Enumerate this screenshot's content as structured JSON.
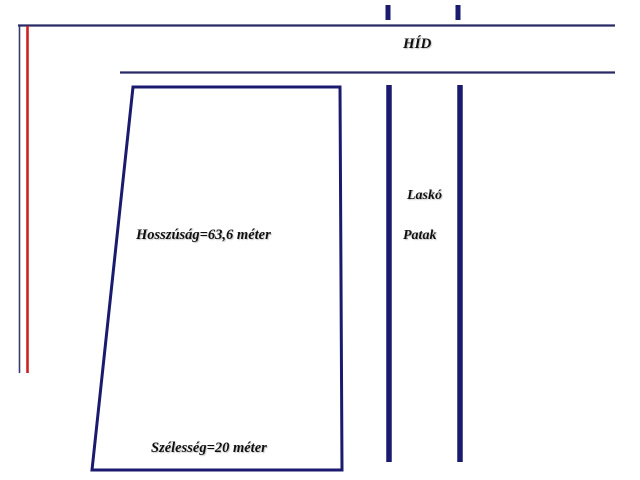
{
  "diagram": {
    "title": "Telek es Lasko Patak vazlatrajz",
    "background_color": "#ffffff",
    "colors": {
      "navy": "#1a1a6e",
      "navy_thin": "#3a3a73",
      "red": "#cc2222",
      "text": "#101010"
    },
    "labels": {
      "bridge": "HÍD",
      "length": "Hosszúság=63,6 méter",
      "width": "Szélesség=20 méter",
      "stream_line_1": "Laskó",
      "stream_line_2": "Patak"
    },
    "measurements": {
      "length_value": "63,6",
      "length_unit": "méter",
      "width_value": "20",
      "width_unit": "méter"
    },
    "features": {
      "road_top_line": "road-edge-upper",
      "road_bottom_line": "road-edge-lower",
      "bridge_railing_posts": 2,
      "stream_bank_left": "stream-bank-west",
      "stream_bank_right": "stream-bank-east",
      "parcel": "land-parcel-outline",
      "boundary_line_navy": "property-boundary-west",
      "boundary_line_red": "property-boundary-red"
    }
  }
}
